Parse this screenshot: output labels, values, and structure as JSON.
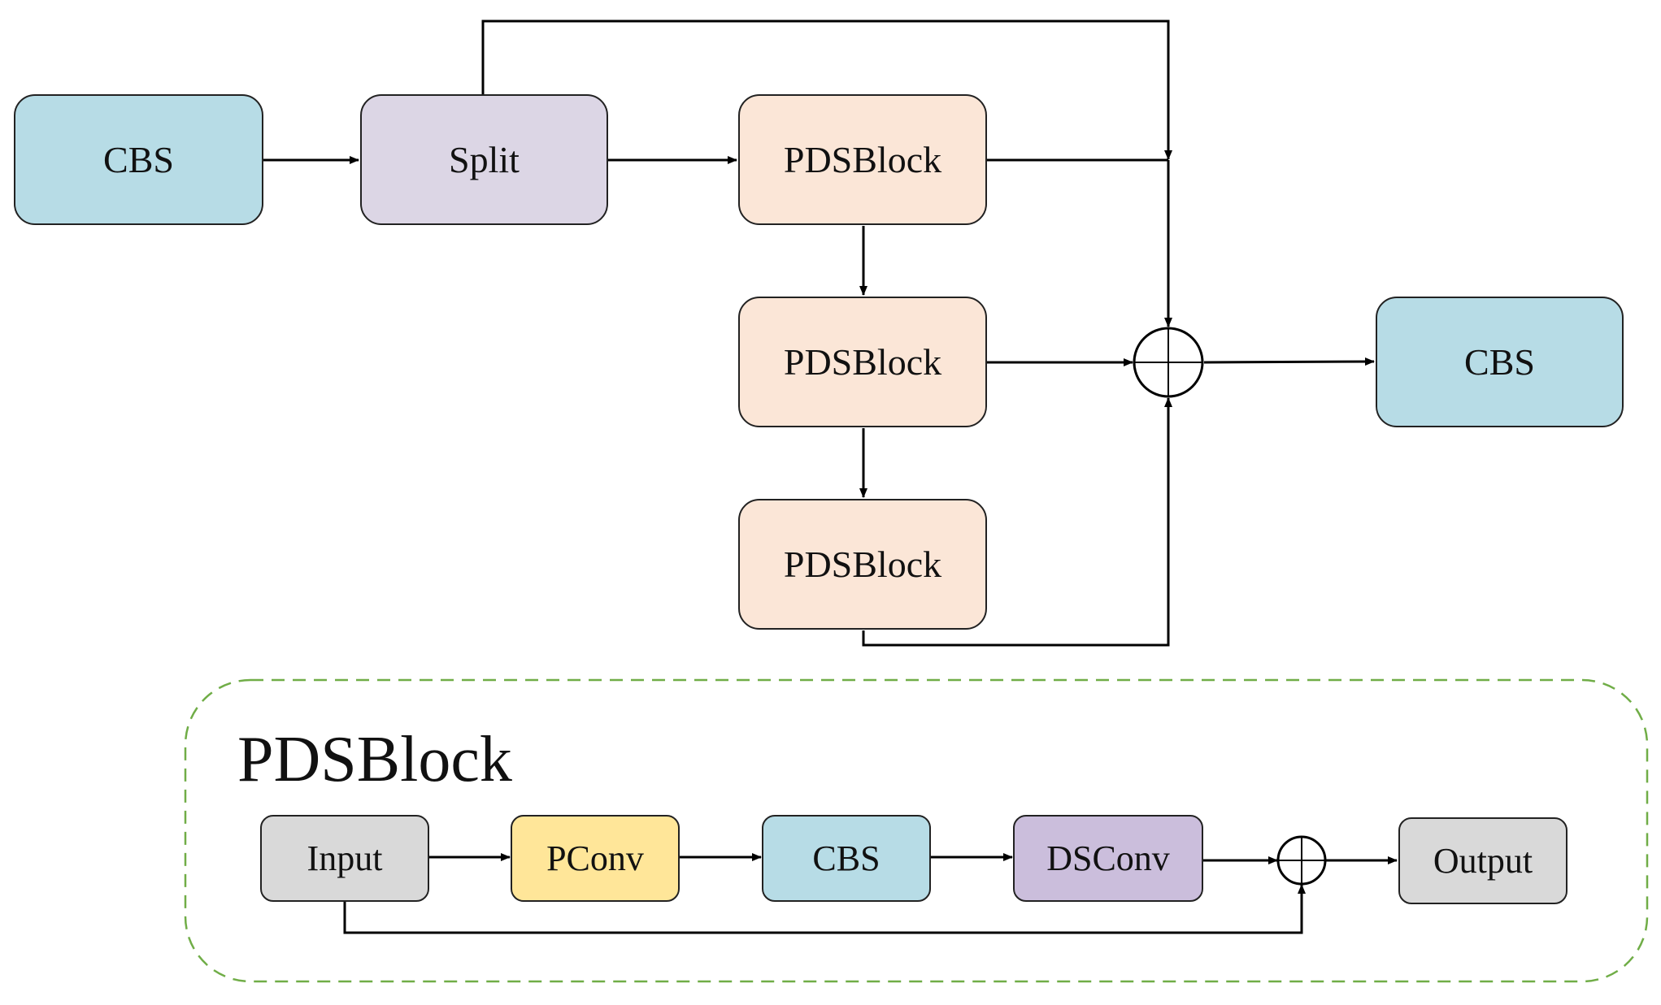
{
  "main_flow": {
    "cbs_in": "CBS",
    "split": "Split",
    "pds_1": "PDSBlock",
    "pds_2": "PDSBlock",
    "pds_3": "PDSBlock",
    "cbs_out": "CBS"
  },
  "pdsblock_detail": {
    "title": "PDSBlock",
    "input": "Input",
    "pconv": "PConv",
    "cbs": "CBS",
    "dsconv": "DSConv",
    "output": "Output"
  },
  "colors": {
    "cbs": "#b7dce6",
    "split": "#dcd6e5",
    "pdsblock": "#fbe6d7",
    "io": "#d9d9d9",
    "pconv": "#ffe699",
    "dsconv": "#cbbedc",
    "dashed_border": "#70ad47"
  }
}
